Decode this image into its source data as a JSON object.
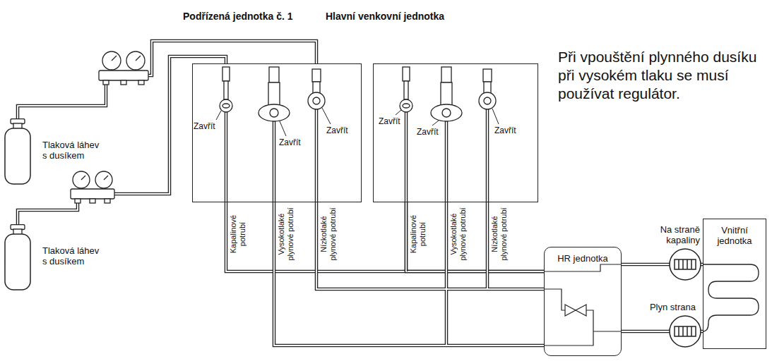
{
  "diagram": {
    "nodes": [
      {
        "text": [
          "Podřízená jednotka č. 1"
        ]
      },
      {
        "text": [
          "Hlavní venkovní jednotka"
        ]
      },
      {
        "text": [
          "Tlaková láhev s dusíkem"
        ]
      },
      {
        "text": [
          "Tlaková láhev s dusíkem"
        ]
      },
      {
        "text": [
          "HR jednotka"
        ]
      },
      {
        "text": [
          "Vnitřní jednotka"
        ]
      }
    ],
    "edges": [
      {
        "from": 2,
        "to": 0,
        "arrow": "none"
      },
      {
        "from": 3,
        "to": 0,
        "arrow": "none"
      },
      {
        "from": 0,
        "to": 4,
        "arrow": "none"
      },
      {
        "from": 1,
        "to": 4,
        "arrow": "none"
      },
      {
        "from": 4,
        "to": 5,
        "arrow": "none"
      }
    ],
    "labels": [
      "Zavřít",
      "Zavřít",
      "Zavřít",
      "Zavřít",
      "Zavřít",
      "Zavřít",
      "Kapalinové potrubí",
      "Vysokotlaké plynové potrubí",
      "Nízkotlaké plynové potrubí",
      "Kapalinové potrubí",
      "Vysokotlaké plynové potrubí",
      "Nízkotlaké plynové potrubí",
      "Při vpouštění plynného dusíku při vysokém tlaku se musí používat regulátor.",
      "Na straně kapaliny",
      "Plyn strana"
    ]
  }
}
